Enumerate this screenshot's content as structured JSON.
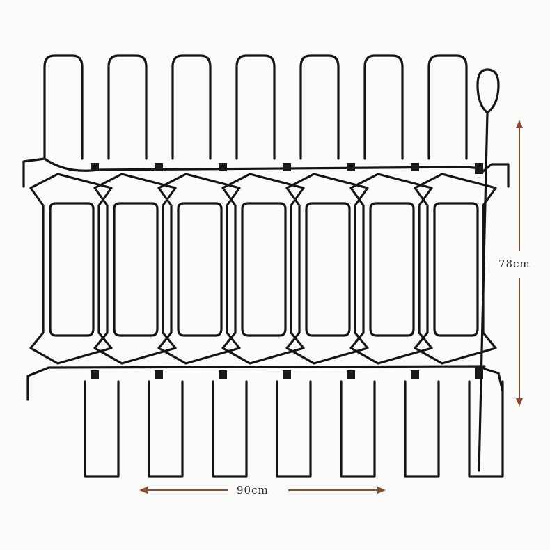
{
  "product": {
    "dimensions": {
      "height_label": "78cm",
      "width_label": "90cm"
    },
    "panel": {
      "vertical_loops": 7,
      "wire_color": "#141414",
      "clip_color": "#1a1a1a"
    },
    "arrow_color": "#8b4a2b"
  }
}
